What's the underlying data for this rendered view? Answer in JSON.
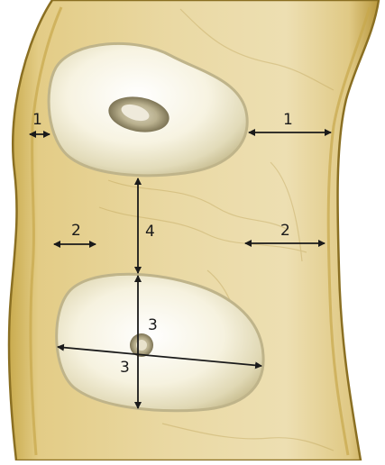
{
  "labels": {
    "left_upper": "1",
    "right_upper": "1",
    "left_mid": "2",
    "right_mid": "2",
    "vertical_gap": "4",
    "lower_vertical": "3",
    "lower_horizontal": "3"
  },
  "colors": {
    "background": "#ffffff",
    "tissue_light": "#f1e4b4",
    "tissue_mid": "#d9c27a",
    "tissue_edge": "#b89a3c",
    "tissue_outline": "#8a6f22",
    "cyst_fill": "#fbf9ef",
    "cyst_rim": "#cfc8a6",
    "arrow": "#1a1a1a"
  }
}
